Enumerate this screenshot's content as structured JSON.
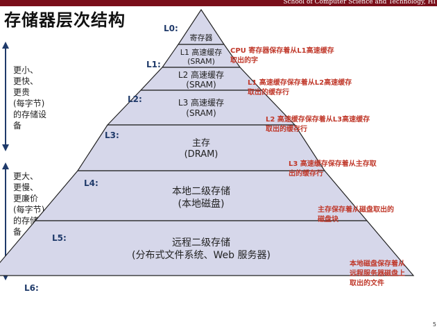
{
  "header": {
    "text": "School of Computer Science and Technology, HI"
  },
  "title": "存储器层次结构",
  "side_top": {
    "lines": [
      "更小、",
      "更快、",
      "更贵",
      "(每字节)",
      "的存储设",
      "备"
    ]
  },
  "side_bottom": {
    "lines": [
      "更大、",
      "更慢、",
      "更廉价",
      "(每字节)",
      "的存储设",
      "备"
    ]
  },
  "levels": [
    {
      "id": "L0:",
      "line1": "寄存器",
      "line2": ""
    },
    {
      "id": "L1:",
      "line1": "L1 高速缓存",
      "line2": "(SRAM)"
    },
    {
      "id": "L2:",
      "line1": "L2 高速缓存",
      "line2": "(SRAM)"
    },
    {
      "id": "L3:",
      "line1": "L3 高速缓存",
      "line2": "(SRAM)"
    },
    {
      "id": "L4:",
      "line1": "主存",
      "line2": "(DRAM)"
    },
    {
      "id": "L5:",
      "line1": "本地二级存储",
      "line2": "(本地磁盘)"
    },
    {
      "id": "L6:",
      "line1": "远程二级存储",
      "line2": "(分布式文件系统、Web 服务器)"
    }
  ],
  "notes": [
    {
      "lines": [
        "CPU 寄存器保存着从L1高速缓存",
        "取出的字"
      ]
    },
    {
      "lines": [
        "L1 高速缓存保存着从L2高速缓存",
        "取出的缓存行"
      ]
    },
    {
      "lines": [
        "L2 高速缓存保存着从L3高速缓存",
        "取出的缓存行"
      ]
    },
    {
      "lines": [
        "L3 高速缓存保存着从主存取",
        "出的缓存行"
      ]
    },
    {
      "lines": [
        "主存保存着从磁盘取出的",
        "磁盘块"
      ]
    },
    {
      "lines": [
        "本地磁盘保存着从",
        "远程服务器磁盘上",
        "取出的文件"
      ]
    }
  ],
  "page_number": "5",
  "colors": {
    "tier_fill": "#d6d7ea",
    "tier_stroke": "#222222",
    "note": "#c0392b",
    "level_label": "#1f3a6a",
    "header_bar": "#7a0f1a"
  }
}
